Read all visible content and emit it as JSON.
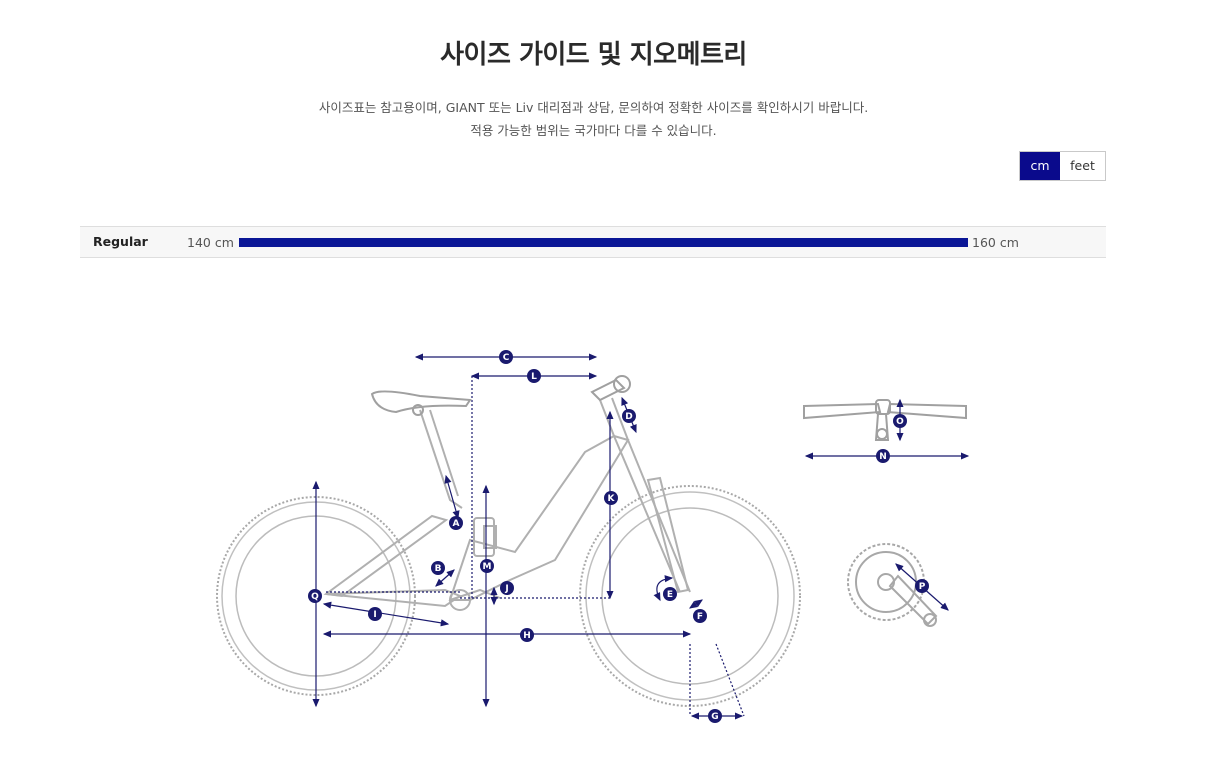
{
  "title": "사이즈 가이드 및 지오메트리",
  "description": {
    "line1": "사이즈표는 참고용이며, GIANT 또는 Liv 대리점과 상담, 문의하여 정확한 사이즈를 확인하시기 바랍니다.",
    "line2": "적용 가능한 범위는 국가마다 다를 수 있습니다."
  },
  "units": {
    "cm_label": "cm",
    "feet_label": "feet",
    "selected": "cm"
  },
  "size_chart": {
    "rows": [
      {
        "name": "Regular",
        "min_label": "140 cm",
        "max_label": "160 cm"
      }
    ]
  },
  "diagram_labels": [
    "A",
    "B",
    "C",
    "D",
    "E",
    "F",
    "G",
    "H",
    "I",
    "J",
    "K",
    "L",
    "M",
    "N",
    "O",
    "P",
    "Q"
  ],
  "colors": {
    "accent": "#0a0a8c",
    "bar": "#0a1696",
    "line": "#1a1a6e",
    "frame": "#b0b0b0"
  }
}
